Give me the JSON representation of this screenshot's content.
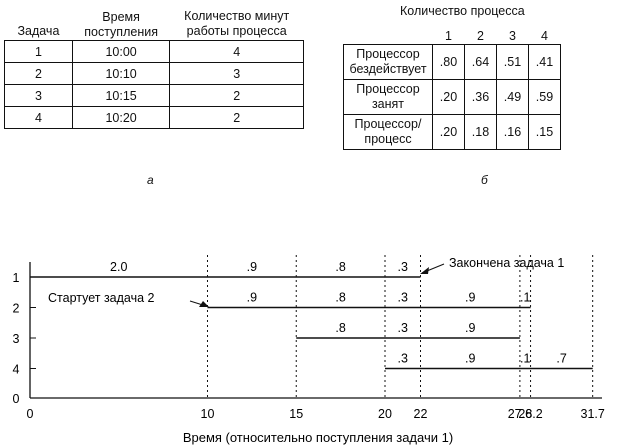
{
  "table_a": {
    "headers": [
      "Задача",
      "Время поступления",
      "Количество минут работы процесса"
    ],
    "rows": [
      [
        "1",
        "10:00",
        "4"
      ],
      [
        "2",
        "10:10",
        "3"
      ],
      [
        "3",
        "10:15",
        "2"
      ],
      [
        "4",
        "10:20",
        "2"
      ]
    ],
    "caption": "а"
  },
  "table_b": {
    "title": "Количество процесса",
    "columns": [
      "1",
      "2",
      "3",
      "4"
    ],
    "rows": [
      {
        "label": "Процессор бездействует",
        "values": [
          ".80",
          ".64",
          ".51",
          ".41"
        ]
      },
      {
        "label": "Процессор занят",
        "values": [
          ".20",
          ".36",
          ".49",
          ".59"
        ]
      },
      {
        "label": "Процессор/ процесс",
        "values": [
          ".20",
          ".18",
          ".16",
          ".15"
        ]
      }
    ],
    "caption": "б"
  },
  "timeline": {
    "xlabel": "Время (относительно поступления задачи 1)",
    "x_ticks": [
      "0",
      "10",
      "15",
      "20",
      "22",
      "27.6",
      "28.2",
      "31.7"
    ],
    "y_ticks": [
      "0",
      "1",
      "2",
      "3",
      "4"
    ],
    "dashed_times": [
      10,
      15,
      20,
      22,
      27.6,
      28.2,
      31.7
    ],
    "jobs": [
      {
        "job": 1,
        "start": 0,
        "end": 22
      },
      {
        "job": 2,
        "start": 10,
        "end": 28.2
      },
      {
        "job": 3,
        "start": 15,
        "end": 27.6
      },
      {
        "job": 4,
        "start": 20,
        "end": 31.7
      }
    ],
    "segment_labels": [
      {
        "job": 1,
        "at": 5,
        "text": "2.0"
      },
      {
        "job": 1,
        "at": 12.5,
        "text": ".9"
      },
      {
        "job": 1,
        "at": 17.5,
        "text": ".8"
      },
      {
        "job": 1,
        "at": 21,
        "text": ".3"
      },
      {
        "job": 2,
        "at": 12.5,
        "text": ".9"
      },
      {
        "job": 2,
        "at": 17.5,
        "text": ".8"
      },
      {
        "job": 2,
        "at": 21,
        "text": ".3"
      },
      {
        "job": 2,
        "at": 24.8,
        "text": ".9"
      },
      {
        "job": 2,
        "at": 27.9,
        "text": ".1"
      },
      {
        "job": 3,
        "at": 17.5,
        "text": ".8"
      },
      {
        "job": 3,
        "at": 21,
        "text": ".3"
      },
      {
        "job": 3,
        "at": 24.8,
        "text": ".9"
      },
      {
        "job": 4,
        "at": 21,
        "text": ".3"
      },
      {
        "job": 4,
        "at": 24.8,
        "text": ".9"
      },
      {
        "job": 4,
        "at": 27.9,
        "text": ".1"
      },
      {
        "job": 4,
        "at": 29.95,
        "text": ".7"
      }
    ],
    "annotations": {
      "job1_finished": "Закончена задача 1",
      "job2_started": "Стартует задача 2"
    }
  }
}
